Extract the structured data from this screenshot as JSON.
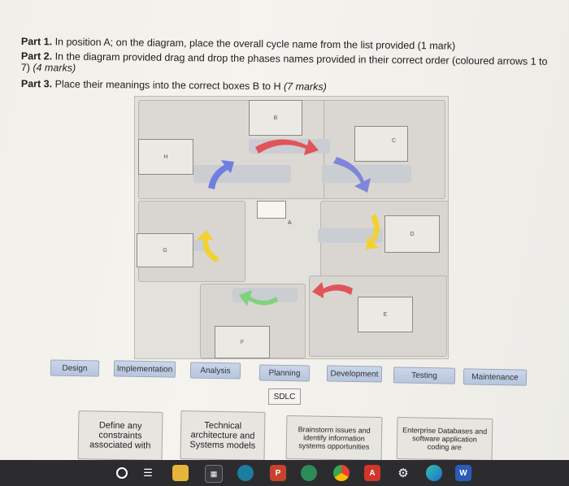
{
  "instructions": {
    "part1_label": "Part 1.",
    "part1_text": "In position A; on the diagram, place the overall cycle name from the list provided (1 mark)",
    "part2_label": "Part 2.",
    "part2_text": "In the diagram provided drag and drop the phases names provided in their correct order (coloured arrows 1 to 7)",
    "part2_marks": "(4 marks)",
    "part3_label": "Part 3.",
    "part3_text": "Place their meanings into the correct boxes B to H",
    "part3_marks": "(7 marks)"
  },
  "diagram": {
    "position_labels": {
      "A": "A",
      "B": "B",
      "C": "C",
      "D": "D",
      "E": "E",
      "F": "F",
      "G": "G",
      "H": "H"
    },
    "arrow_colors": {
      "red": "#e0555a",
      "purple": "#7f86d9",
      "yellow": "#f2d232",
      "green": "#7fd27f",
      "blue": "#6f7fe0"
    }
  },
  "phases": [
    "Design",
    "Implementation",
    "Analysis",
    "Planning",
    "Development",
    "Testing",
    "Maintenance"
  ],
  "cycle_name_option": "SDLC",
  "meaning_cards": [
    "Define any constraints associated with",
    "Technical architecture and Systems models",
    "Brainstorm issues and identify information systems opportunities",
    "Enterprise Databases and software application coding are"
  ],
  "taskbar_icons": [
    "search-icon",
    "task-view-icon",
    "file-explorer-icon",
    "calculator-icon",
    "edge-dev-icon",
    "powerpoint-icon",
    "maps-icon",
    "chrome-icon",
    "adobe-icon",
    "settings-icon",
    "edge-icon",
    "word-icon"
  ]
}
